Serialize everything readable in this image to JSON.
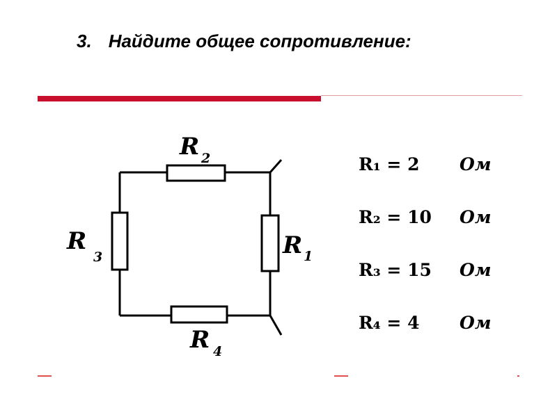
{
  "slide": {
    "number": "3.",
    "title": "Найдите общее сопротивление:"
  },
  "circuit": {
    "resistor_labels": {
      "r1": {
        "letter": "R",
        "index": "1"
      },
      "r2": {
        "letter": "R",
        "index": "2"
      },
      "r3": {
        "letter": "R",
        "index": "3"
      },
      "r4": {
        "letter": "R",
        "index": "4"
      }
    }
  },
  "values": [
    {
      "lhs": "R₁ = 2",
      "unit": "Ом"
    },
    {
      "lhs": "R₂ = 10",
      "unit": "Ом"
    },
    {
      "lhs": "R₃ = 15",
      "unit": "Ом"
    },
    {
      "lhs": "R₄ = 4",
      "unit": "Ом"
    }
  ],
  "colors": {
    "accent_red": "#c8102e",
    "wire": "#000000"
  }
}
